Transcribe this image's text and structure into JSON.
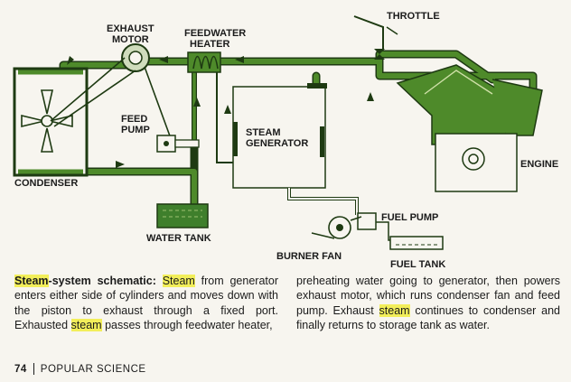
{
  "labels": {
    "throttle": "THROTTLE",
    "exhaust_motor_line1": "EXHAUST",
    "exhaust_motor_line2": "MOTOR",
    "feedwater_heater_line1": "FEEDWATER",
    "feedwater_heater_line2": "HEATER",
    "feed_pump_line1": "FEED",
    "feed_pump_line2": "PUMP",
    "steam_generator_line1": "STEAM",
    "steam_generator_line2": "GENERATOR",
    "engine": "ENGINE",
    "condenser": "CONDENSER",
    "water_tank": "WATER TANK",
    "fuel_pump": "FUEL PUMP",
    "burner_fan": "BURNER FAN",
    "fuel_tank": "FUEL TANK"
  },
  "caption": {
    "left": [
      {
        "text": "Steam",
        "style": "bold-hl"
      },
      {
        "text": "-system schematic: ",
        "style": "bold"
      },
      {
        "text": "Steam",
        "style": "hl"
      },
      {
        "text": " from generator enters either side of cylinders and moves down with the piston to exhaust through a fixed port. Exhausted ",
        "style": ""
      },
      {
        "text": "steam",
        "style": "hl"
      },
      {
        "text": " passes through feedwater heater,",
        "style": ""
      }
    ],
    "right": [
      {
        "text": "preheating water going to generator, then powers exhaust motor, which runs condenser fan and feed pump. Exhaust ",
        "style": ""
      },
      {
        "text": "steam",
        "style": "hl"
      },
      {
        "text": " continues to condenser and finally returns to storage tank as water.",
        "style": ""
      }
    ]
  },
  "footer": {
    "page_number": "74",
    "publication": "POPULAR SCIENCE"
  },
  "colors": {
    "pipe_green": "#4e8a2a",
    "pipe_dark": "#1e3a12",
    "tank_fill": "#3f7f2c",
    "highlight": "#f2ee5a"
  }
}
